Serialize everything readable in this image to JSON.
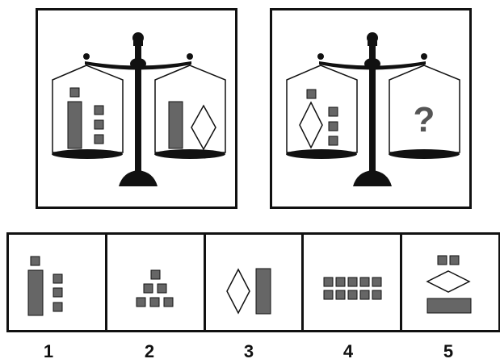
{
  "puzzle": {
    "question_mark": "?",
    "option_numbers": [
      "1",
      "2",
      "3",
      "4",
      "5"
    ]
  },
  "colors": {
    "shape_fill": "#666666",
    "outline": "#111111"
  }
}
